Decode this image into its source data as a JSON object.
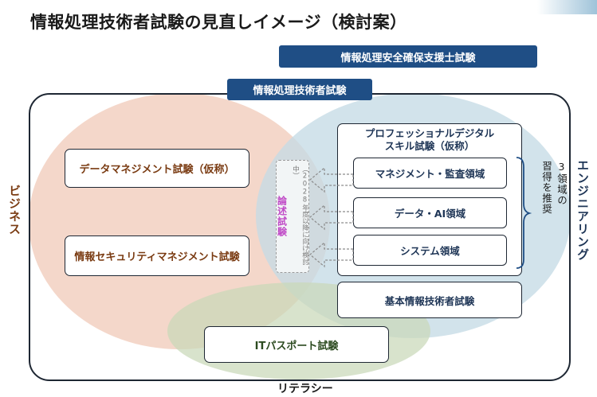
{
  "title": "情報処理技術者試験の見直しイメージ（検討案）",
  "header_boxes": {
    "security_support": "情報処理安全確保支援士試験",
    "it_engineer_exam": "情報処理技術者試験"
  },
  "axis_labels": {
    "business": "ビジネス",
    "engineering": "エンジニアリング",
    "literacy": "リテラシー"
  },
  "business_exams": {
    "data_management": "データマネジメント試験（仮称）",
    "security_management": "情報セキュリティマネジメント試験"
  },
  "professional": {
    "title_line1": "プロフェッショナルデジタル",
    "title_line2": "スキル試験（仮称）",
    "domains": [
      "マネジメント・監査領域",
      "データ・AI領域",
      "システム領域"
    ]
  },
  "essay": {
    "label": "論述試験",
    "note": "（2028年度以降に向け検討中）"
  },
  "recommendation": {
    "line1": "3領域の",
    "line2": "習得を推奨"
  },
  "fundamental_exam": "基本情報技術者試験",
  "it_passport": "ITパスポート試験",
  "colors": {
    "navy_button": "#1f4e85",
    "business_circle": "#f3d4c5",
    "engineering_circle": "#c5dbe6",
    "literacy_circle": "#c9d8b8",
    "business_text": "#7a3b12",
    "engineering_text": "#1e3556",
    "essay_text": "#c04bc7"
  }
}
